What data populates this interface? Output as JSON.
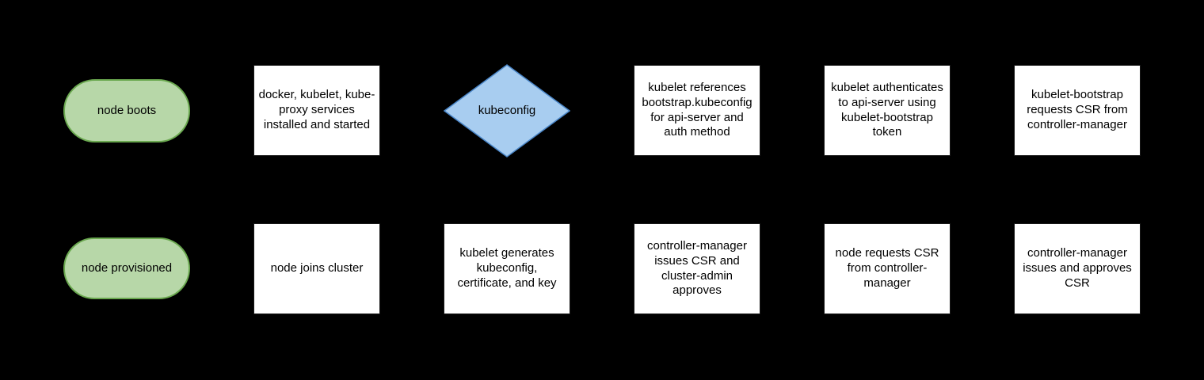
{
  "colors": {
    "background": "#000000",
    "terminator_fill": "#b7d7a8",
    "terminator_border": "#6aa84f",
    "decision_fill": "#a8cdf0",
    "decision_border": "#4a86c8",
    "process_fill": "#ffffff",
    "process_border": "#1a1a1a",
    "text": "#000000"
  },
  "nodes": [
    {
      "id": "node-boots",
      "shape": "terminator",
      "label": "node boots"
    },
    {
      "id": "services-installed",
      "shape": "process",
      "label": "docker, kubelet, kube-proxy services installed and started"
    },
    {
      "id": "kubeconfig-decision",
      "shape": "decision",
      "label": "kubeconfig"
    },
    {
      "id": "kubelet-references-bootstrap",
      "shape": "process",
      "label": "kubelet references bootstrap.kubeconfig for api-server and auth method"
    },
    {
      "id": "kubelet-authenticates",
      "shape": "process",
      "label": "kubelet authenticates to api-server using kubelet-bootstrap token"
    },
    {
      "id": "kubelet-bootstrap-requests-csr",
      "shape": "process",
      "label": "kubelet-bootstrap requests CSR from controller-manager"
    },
    {
      "id": "node-provisioned",
      "shape": "terminator",
      "label": "node provisioned"
    },
    {
      "id": "node-joins-cluster",
      "shape": "process",
      "label": "node joins cluster"
    },
    {
      "id": "kubelet-generates-kubeconfig",
      "shape": "process",
      "label": "kubelet generates kubeconfig, certificate, and key"
    },
    {
      "id": "controller-manager-issues-csr",
      "shape": "process",
      "label": "controller-manager issues CSR and cluster-admin approves"
    },
    {
      "id": "node-requests-csr",
      "shape": "process",
      "label": "node requests CSR from controller-manager"
    },
    {
      "id": "controller-manager-issues-approves-csr",
      "shape": "process",
      "label": "controller-manager issues and approves CSR"
    }
  ]
}
